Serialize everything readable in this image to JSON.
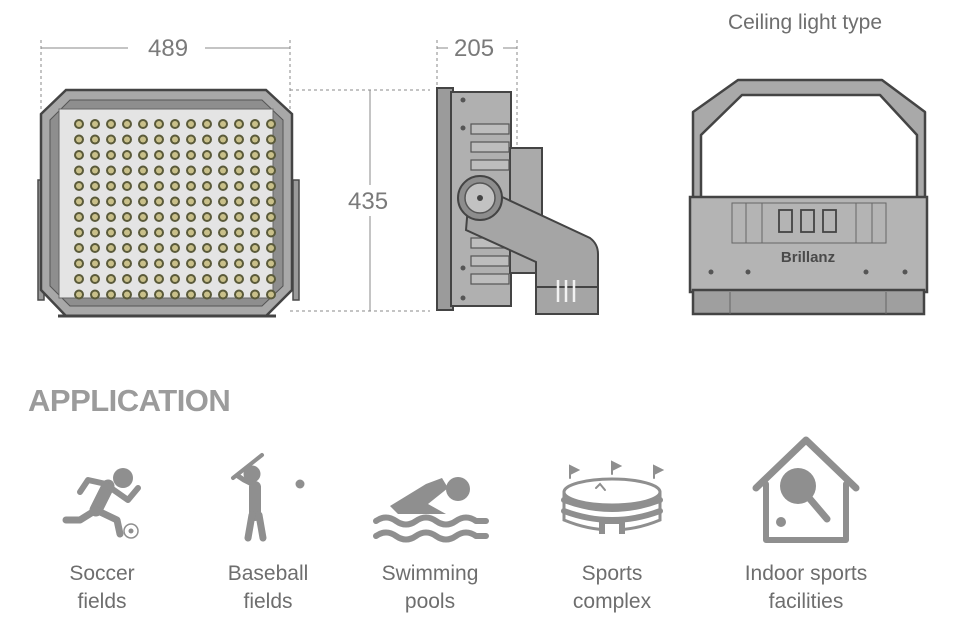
{
  "dimensions": {
    "width": "489",
    "depth": "205",
    "height": "435"
  },
  "ceiling_view": {
    "title": "Ceiling light type",
    "brand": "Brillanz"
  },
  "application": {
    "title": "APPLICATION",
    "items": [
      {
        "line1": "Soccer",
        "line2": "fields",
        "icon": "soccer-player-icon"
      },
      {
        "line1": "Baseball",
        "line2": "fields",
        "icon": "baseball-batter-icon"
      },
      {
        "line1": "Swimming",
        "line2": "pools",
        "icon": "swimmer-icon"
      },
      {
        "line1": "Sports",
        "line2": "complex",
        "icon": "stadium-icon"
      },
      {
        "line1": "Indoor sports",
        "line2": "facilities",
        "icon": "indoor-table-tennis-icon"
      }
    ]
  },
  "colors": {
    "outline": "#4a4a4a",
    "body_fill": "#a7a7a7",
    "led": "#c9c08a",
    "icon": "#8f8f8f",
    "title_gray": "#9b9b9b"
  }
}
